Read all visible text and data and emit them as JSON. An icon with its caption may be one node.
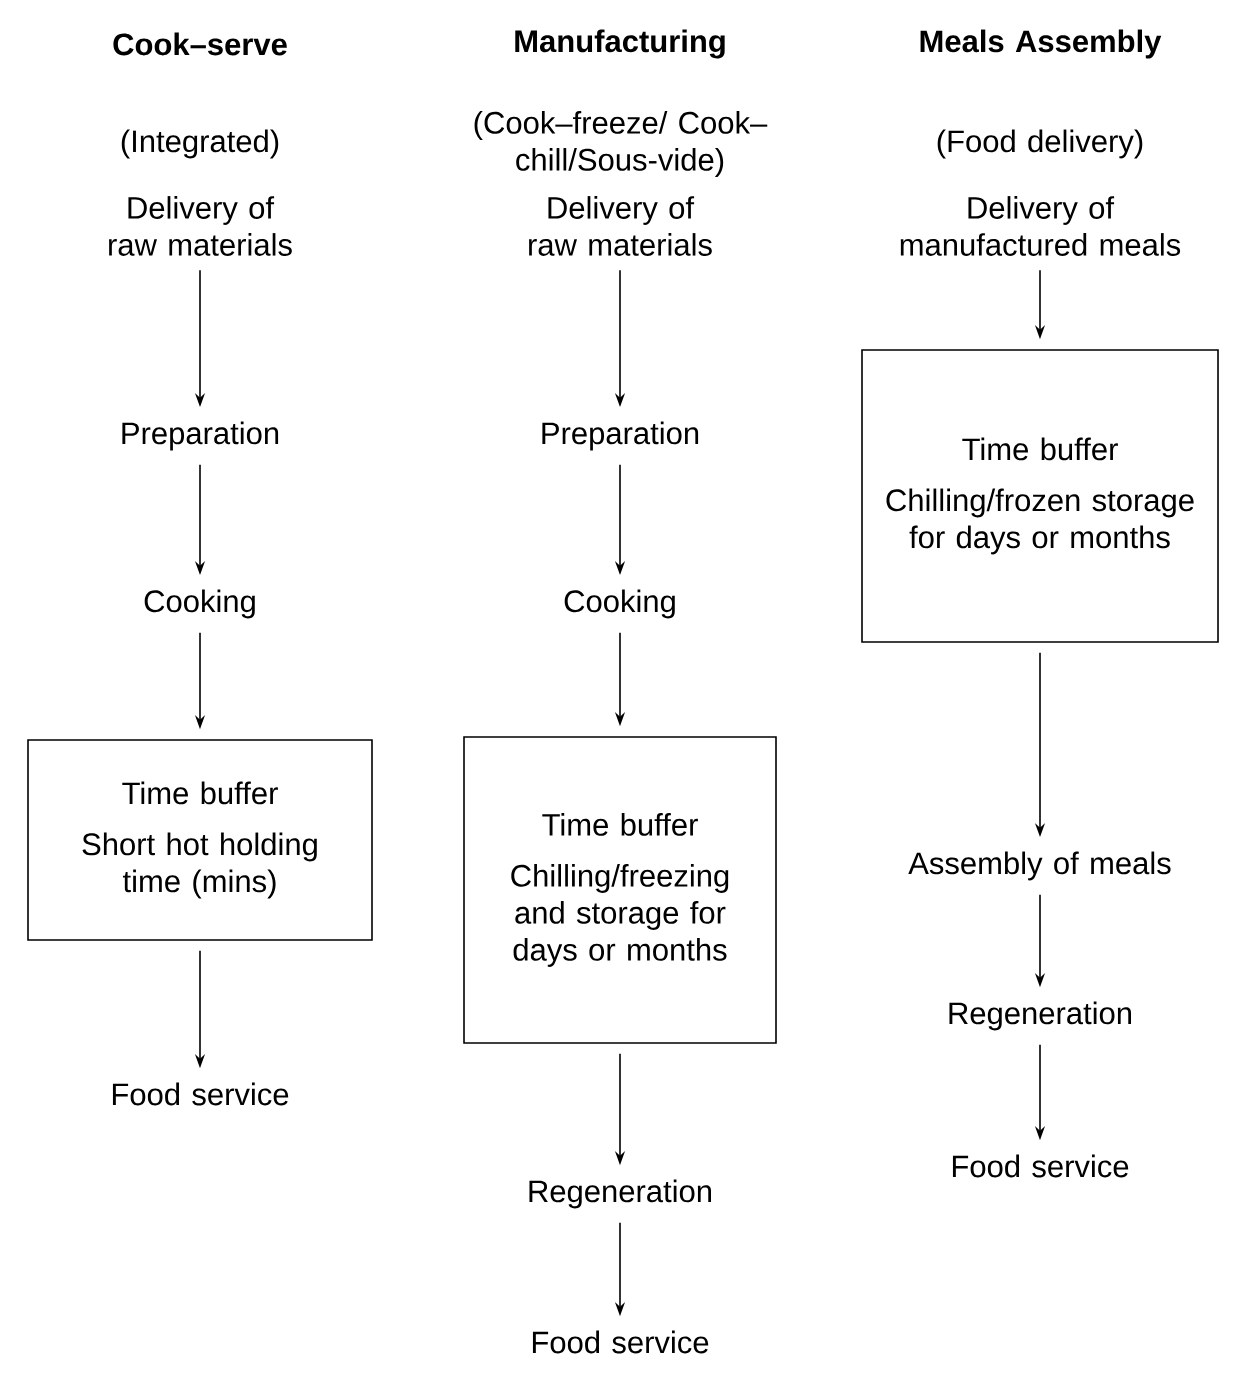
{
  "diagram": {
    "nodes": [
      {
        "text": [
          "Delivery of raw materials"
        ]
      },
      {
        "text": [
          "Preparation"
        ]
      },
      {
        "text": [
          "Cooking"
        ]
      },
      {
        "text": [
          "Time buffer",
          "Short hot holding time (mins)"
        ]
      },
      {
        "text": [
          "Food service"
        ]
      },
      {
        "text": [
          "Delivery of raw materials"
        ]
      },
      {
        "text": [
          "Preparation"
        ]
      },
      {
        "text": [
          "Cooking"
        ]
      },
      {
        "text": [
          "Time buffer",
          "Chilling/freezing and storage for days or months"
        ]
      },
      {
        "text": [
          "Regeneration"
        ]
      },
      {
        "text": [
          "Food service"
        ]
      },
      {
        "text": [
          "Delivery of manufactured meals"
        ]
      },
      {
        "text": [
          "Time buffer",
          "Chilling/frozen storage for days or months"
        ]
      },
      {
        "text": [
          "Assembly of meals"
        ]
      },
      {
        "text": [
          "Regeneration"
        ]
      },
      {
        "text": [
          "Food service"
        ]
      }
    ],
    "edges": [
      {
        "from": 0,
        "to": 1,
        "arrow": "to"
      },
      {
        "from": 1,
        "to": 2,
        "arrow": "to"
      },
      {
        "from": 2,
        "to": 3,
        "arrow": "to"
      },
      {
        "from": 3,
        "to": 4,
        "arrow": "to"
      },
      {
        "from": 5,
        "to": 6,
        "arrow": "to"
      },
      {
        "from": 6,
        "to": 7,
        "arrow": "to"
      },
      {
        "from": 7,
        "to": 8,
        "arrow": "to"
      },
      {
        "from": 8,
        "to": 9,
        "arrow": "to"
      },
      {
        "from": 9,
        "to": 10,
        "arrow": "to"
      },
      {
        "from": 11,
        "to": 12,
        "arrow": "to"
      },
      {
        "from": 12,
        "to": 13,
        "arrow": "to"
      },
      {
        "from": 13,
        "to": 14,
        "arrow": "to"
      },
      {
        "from": 14,
        "to": 15,
        "arrow": "to"
      }
    ],
    "labels": [
      "Cook–serve",
      "Manufacturing",
      "Meals Assembly",
      "(Integrated)",
      "(Cook–freeze/ Cook–chill/Sous-vide)",
      "(Food delivery)"
    ]
  }
}
